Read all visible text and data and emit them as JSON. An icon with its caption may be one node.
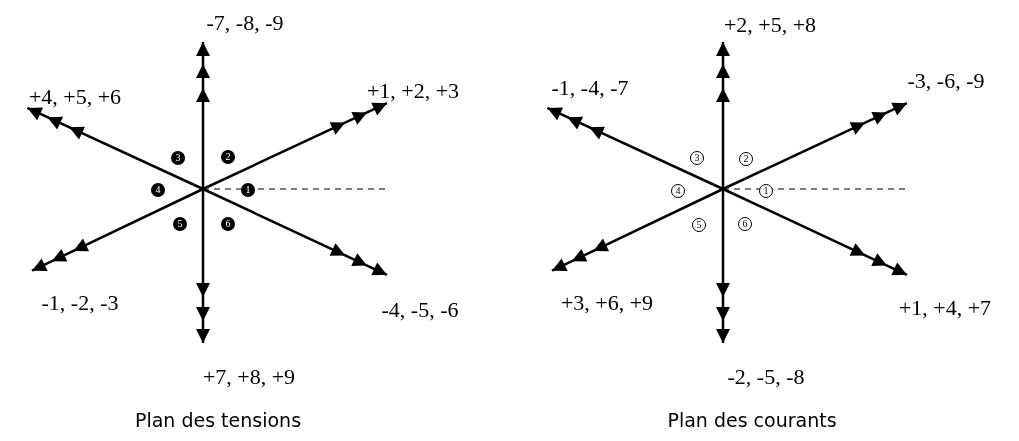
{
  "diagram": {
    "nodes": [
      {
        "text": [
          "1"
        ]
      },
      {
        "text": [
          "2"
        ]
      },
      {
        "text": [
          "3"
        ]
      },
      {
        "text": [
          "4"
        ]
      },
      {
        "text": [
          "5"
        ]
      },
      {
        "text": [
          "6"
        ]
      },
      {
        "text": [
          "1"
        ]
      },
      {
        "text": [
          "2"
        ]
      },
      {
        "text": [
          "3"
        ]
      },
      {
        "text": [
          "4"
        ]
      },
      {
        "text": [
          "5"
        ]
      },
      {
        "text": [
          "6"
        ]
      }
    ],
    "labels": [
      "-7, -8, -9",
      "+4, +5, +6",
      "+1, +2, +3",
      "-1, -2, -3",
      "-4, -5, -6",
      "+7, +8, +9",
      "Plan des tensions",
      "+2, +5, +8",
      "-1, -4, -7",
      "-3, -6, -9",
      "+3, +6, +9",
      "+1, +4, +7",
      "-2, -5, -8",
      "Plan des courants"
    ]
  }
}
